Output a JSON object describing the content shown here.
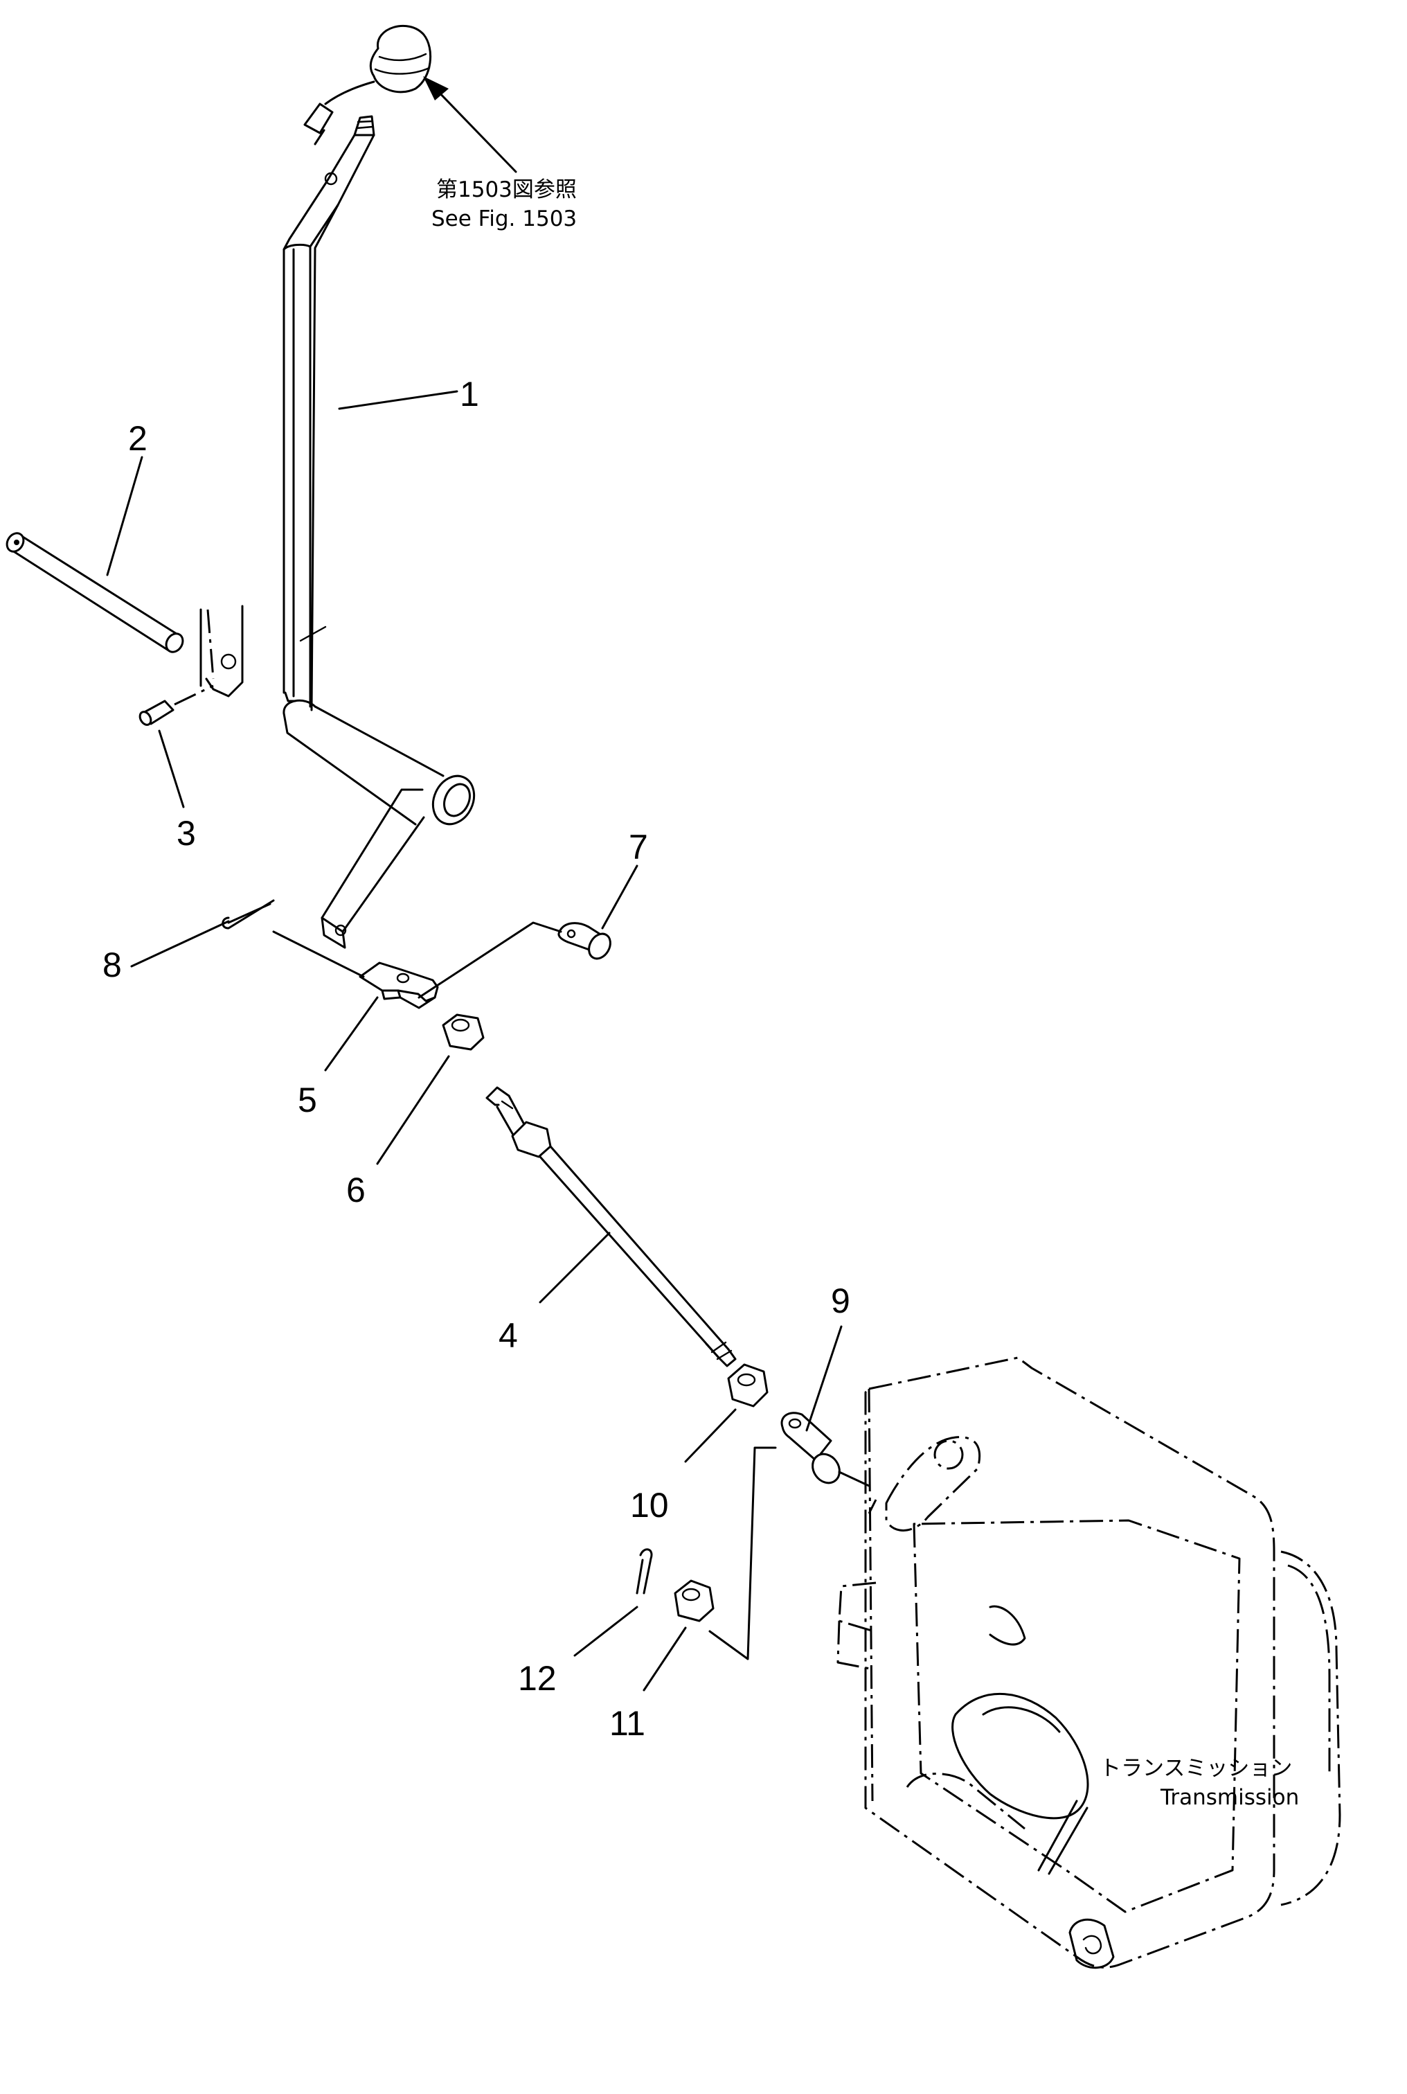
{
  "reference": {
    "jp": "第1503図参照",
    "en": "See Fig. 1503"
  },
  "transmission_label": {
    "jp": "トランスミッション",
    "en": "Transmission"
  },
  "callouts": [
    {
      "id": "1",
      "label": "1"
    },
    {
      "id": "2",
      "label": "2"
    },
    {
      "id": "3",
      "label": "3"
    },
    {
      "id": "4",
      "label": "4"
    },
    {
      "id": "5",
      "label": "5"
    },
    {
      "id": "6",
      "label": "6"
    },
    {
      "id": "7",
      "label": "7"
    },
    {
      "id": "8",
      "label": "8"
    },
    {
      "id": "9",
      "label": "9"
    },
    {
      "id": "10",
      "label": "10"
    },
    {
      "id": "11",
      "label": "11"
    },
    {
      "id": "12",
      "label": "12"
    }
  ]
}
